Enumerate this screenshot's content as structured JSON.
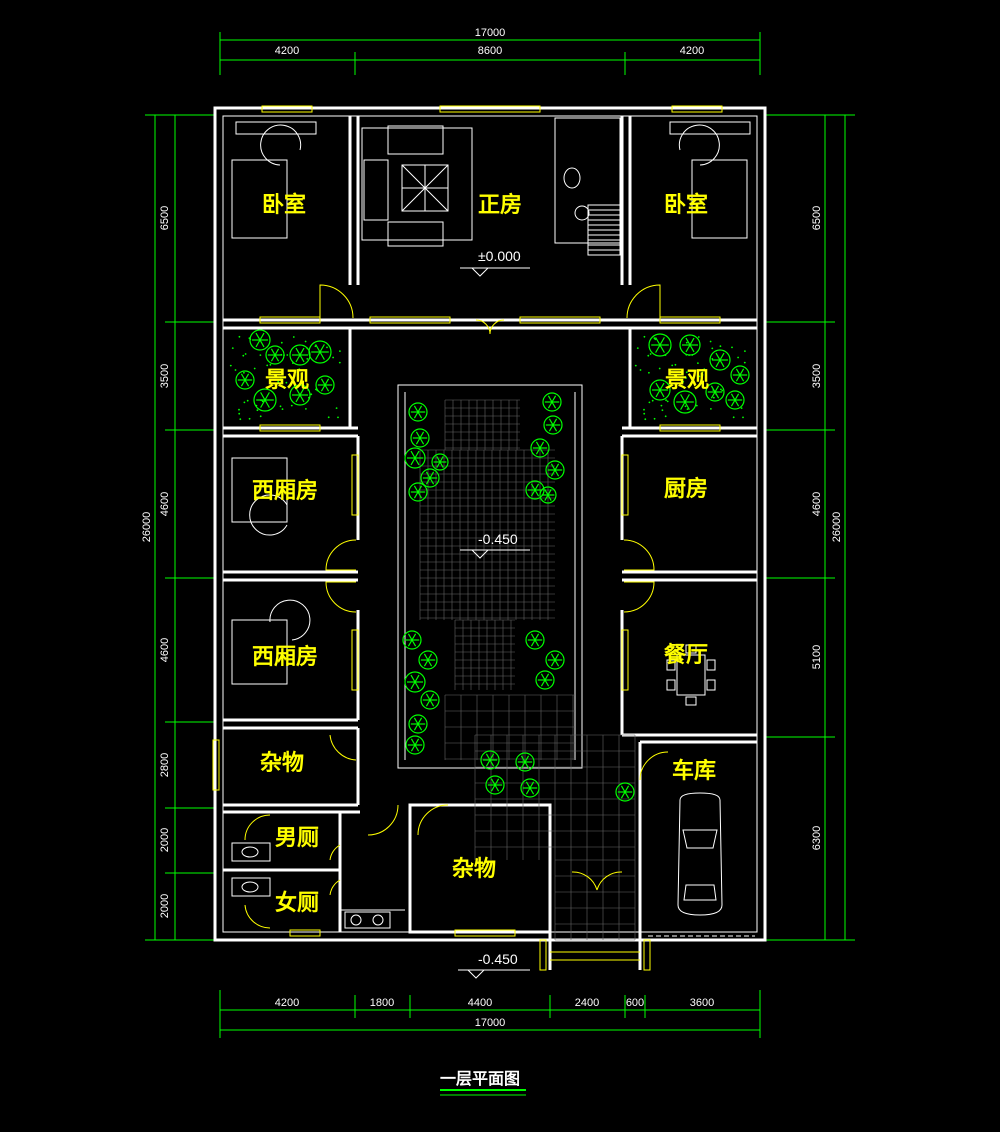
{
  "title": "一层平面图",
  "dimensions": {
    "top_total": "17000",
    "top_segments": [
      "4200",
      "8600",
      "4200"
    ],
    "bottom_segments": [
      "4200",
      "1800",
      "4400",
      "2400",
      "600",
      "3600"
    ],
    "bottom_total": "17000",
    "left_segments": [
      "6500",
      "3500",
      "4600",
      "4600",
      "2800",
      "2000",
      "2000"
    ],
    "left_total": "26000",
    "right_segments": [
      "6500",
      "3500",
      "4600",
      "5100",
      "6300"
    ],
    "right_total": "26000"
  },
  "levels": {
    "main_hall": "±0.000",
    "courtyard": "-0.450",
    "entrance": "-0.450"
  },
  "rooms": {
    "bedroom_left": "卧室",
    "main_hall": "正房",
    "bedroom_right": "卧室",
    "landscape_left": "景观",
    "landscape_right": "景观",
    "west_wing_1": "西厢房",
    "kitchen": "厨房",
    "west_wing_2": "西厢房",
    "dining": "餐厅",
    "storage_left": "杂物",
    "garage": "车库",
    "mens_toilet": "男厕",
    "storage_center": "杂物",
    "womens_toilet": "女厕"
  },
  "colors": {
    "background": "#000000",
    "walls": "#ffffff",
    "dimension_lines": "#00ff00",
    "room_labels": "#ffff00",
    "vegetation": "#00ff00"
  }
}
